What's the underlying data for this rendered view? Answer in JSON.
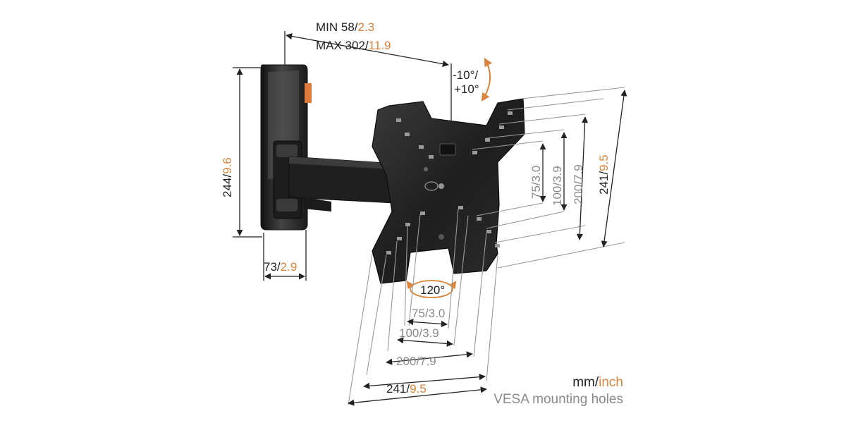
{
  "colors": {
    "primary": "#222222",
    "accent": "#d9843a",
    "secondary": "#8a8a8a"
  },
  "depth": {
    "min_mm": "MIN 58",
    "min_in": "2.3",
    "max_mm": "MAX 302",
    "max_in": "11.9"
  },
  "tilt": {
    "neg": "-10°/",
    "pos": "+10°"
  },
  "swivel": "120°",
  "wall_plate": {
    "height_mm": "244",
    "height_in": "9.6",
    "width_mm": "73",
    "width_in": "2.9"
  },
  "vesa_vertical": [
    {
      "mm": "75",
      "in": "3.0"
    },
    {
      "mm": "100",
      "in": "3.9"
    },
    {
      "mm": "200",
      "in": "7.9"
    },
    {
      "mm": "241",
      "in": "9.5"
    }
  ],
  "vesa_horizontal": [
    {
      "mm": "75",
      "in": "3.0"
    },
    {
      "mm": "100",
      "in": "3.9"
    },
    {
      "mm": "200",
      "in": "7.9"
    },
    {
      "mm": "241",
      "in": "9.5"
    }
  ],
  "separator": "/",
  "legend": {
    "unit_mm": "mm",
    "unit_sep": "/",
    "unit_in": "inch",
    "caption": "VESA mounting holes"
  }
}
